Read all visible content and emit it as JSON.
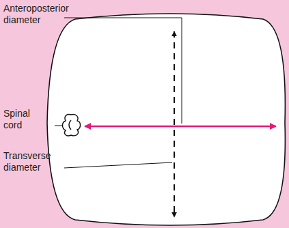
{
  "diagram": {
    "labels": [
      "Anteroposterior diameter",
      "Spinal cord",
      "Transverse diameter"
    ]
  }
}
